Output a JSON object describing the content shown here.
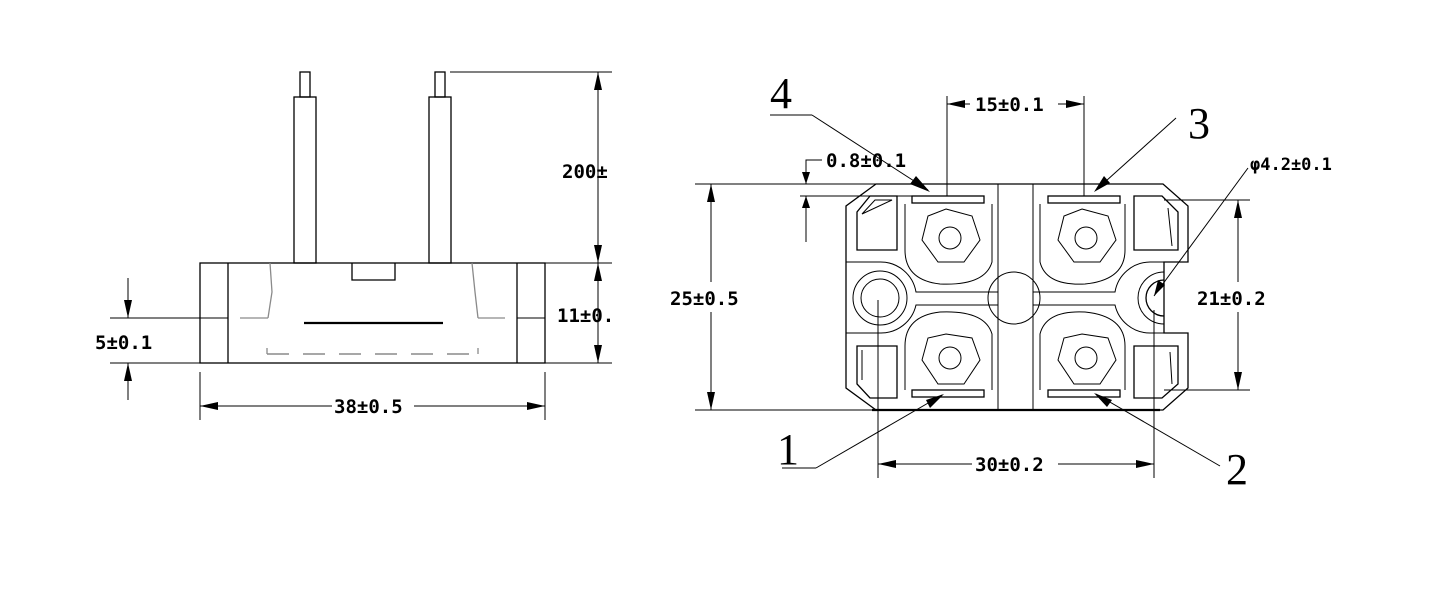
{
  "side_view": {
    "height_label": "200±",
    "body_height_label": "11±0.",
    "tab_height_label": "5±0.1",
    "width_label": "38±0.5"
  },
  "top_view": {
    "pin_pitch_label": "15±0.1",
    "tab_thickness_label": "0.8±0.1",
    "hole_label": "φ4.2±0.1",
    "height_label": "25±0.5",
    "hole_spacing_v_label": "21±0.2",
    "hole_spacing_h_label": "30±0.2",
    "pins": [
      "4",
      "3",
      "1",
      "2"
    ]
  }
}
